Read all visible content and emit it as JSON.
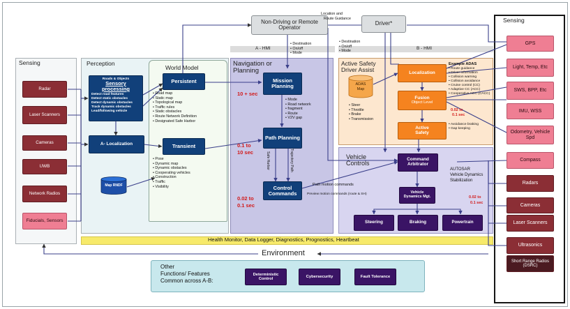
{
  "panels": {
    "sensing_left": "Sensing",
    "perception": "Perception",
    "world_model": "World Model",
    "nav_planning": "Navigation or Planning",
    "active_safety": "Active Safety Driver Assist",
    "vehicle_controls": "Vehicle Controls",
    "sensing_right": "Sensing",
    "hmi_a": "A - HMI",
    "hmi_b": "B - HMI"
  },
  "sensing_left": [
    "Radar",
    "Laser Scanners",
    "Cameras",
    "UWB",
    "Network Radios",
    "Fiducials, Sensors"
  ],
  "sensing_right": [
    "GPS",
    "Light, Temp, Etc",
    "SWS, BPP, Etc",
    "IMU, WSS",
    "Odometry, Vehicle Spd",
    "Compass",
    "Radars",
    "Cameras",
    "Laser Scanners",
    "Ultrasonics",
    "Short Range Radios (DSRC)"
  ],
  "perception": {
    "sensor_processing": {
      "top": "Roads & Objects",
      "title": "Sensory processing",
      "items": [
        "Detect road features",
        "Detect static obstacles",
        "Detect dynamic obstacles",
        "Track dynamic obstacles",
        "Lead/following vehicle"
      ]
    },
    "localization": "A- Localization",
    "map_rndf": "Map RNDF"
  },
  "world_model": {
    "persistent": "Persistent",
    "persistent_items": [
      "Road map",
      "Static map",
      "Topological map",
      "Traffic rules",
      "Static obstacles",
      "Route Network Definition",
      "Designated Safe Harbor"
    ],
    "transient": "Transient",
    "transient_items": [
      "Pose",
      "Dynamic map",
      "Dynamic obstacles",
      "Cooperating vehicles",
      "Construction",
      "Traffic",
      "Visibility"
    ]
  },
  "planning": {
    "mission": "Mission Planning",
    "path": "Path Planning",
    "control": "Control Commands",
    "t_mission": "10 + sec",
    "t_path_1": "0.1 to",
    "t_path_2": "10 sec",
    "t_control_1": "0.02 to",
    "t_control_2": "0.1 sec",
    "mission_notes": [
      "Mode",
      "Road network",
      "fragment",
      "Route",
      "V2V gap"
    ],
    "safe_harbor": "Safe Harbor",
    "trajectory_path": "Trajectory Path",
    "path_motion": "Path motion commands",
    "preview_motion": "Preview motion commands (route & SH)"
  },
  "top": {
    "non_driving": "Non-Driving or Remote Operator",
    "driver": "Driver*",
    "loc_route_1": "Location and",
    "loc_route_2": "Route Guidance",
    "dest_left": [
      "Destination",
      "On/off",
      "Mode"
    ],
    "dest_right": [
      "Destination",
      "On/off",
      "Mode"
    ]
  },
  "active_safety": {
    "adas_map_1": "ADAS",
    "adas_map_2": "Map",
    "localization": "Localization",
    "fusion_1": "Fusion",
    "fusion_2": "Object Level",
    "active_safety_1": "Active",
    "active_safety_2": "Safety",
    "driver_inputs": [
      "Steer",
      "Throttle",
      "Brake",
      "Transmission"
    ],
    "example_title": "Example ADAS",
    "example_items": [
      "Route guidance",
      "Driver information",
      "Collision warning",
      "Collision avoidance",
      "Cruise control (CC)",
      "Adaptive CC (ACC)",
      "Cooperative ACC (CACC)"
    ],
    "t_1": "0.02 to",
    "t_2": "0.1 sec",
    "safety_notes": [
      "Avoidance braking",
      "Gap keeping"
    ]
  },
  "vehicle_controls": {
    "arbitrator_1": "Command",
    "arbitrator_2": "Arbitrator",
    "autosar_1": "AUTOSAR",
    "autosar_2": "Vehicle Dynamics",
    "autosar_3": "Stabilization",
    "dynamics_1": "Vehicle",
    "dynamics_2": "Dynamics Mgt.",
    "t_1": "0.02 to",
    "t_2": "0.1 sec",
    "steering": "Steering",
    "braking": "Braking",
    "powertrain": "Powertrain"
  },
  "health_bar": "Health Monitor, Data Logger, Diagnostics, Prognostics, Heartbeat",
  "environment": "Environment",
  "common": {
    "label_1": "Other",
    "label_2": "Functions/ Features",
    "label_3": "Common across A-B:",
    "items": [
      "Deterministic Control",
      "Cybersecurity",
      "Fault Tolerance"
    ]
  },
  "colors": {
    "sensor_red": "#8b2e35",
    "sensor_pink": "#ef7e93",
    "navy": "#11407a",
    "purple": "#3a1465",
    "orange": "#f5831f",
    "timing_red": "#d21a1a",
    "health_yellow": "#f7ea6b"
  }
}
